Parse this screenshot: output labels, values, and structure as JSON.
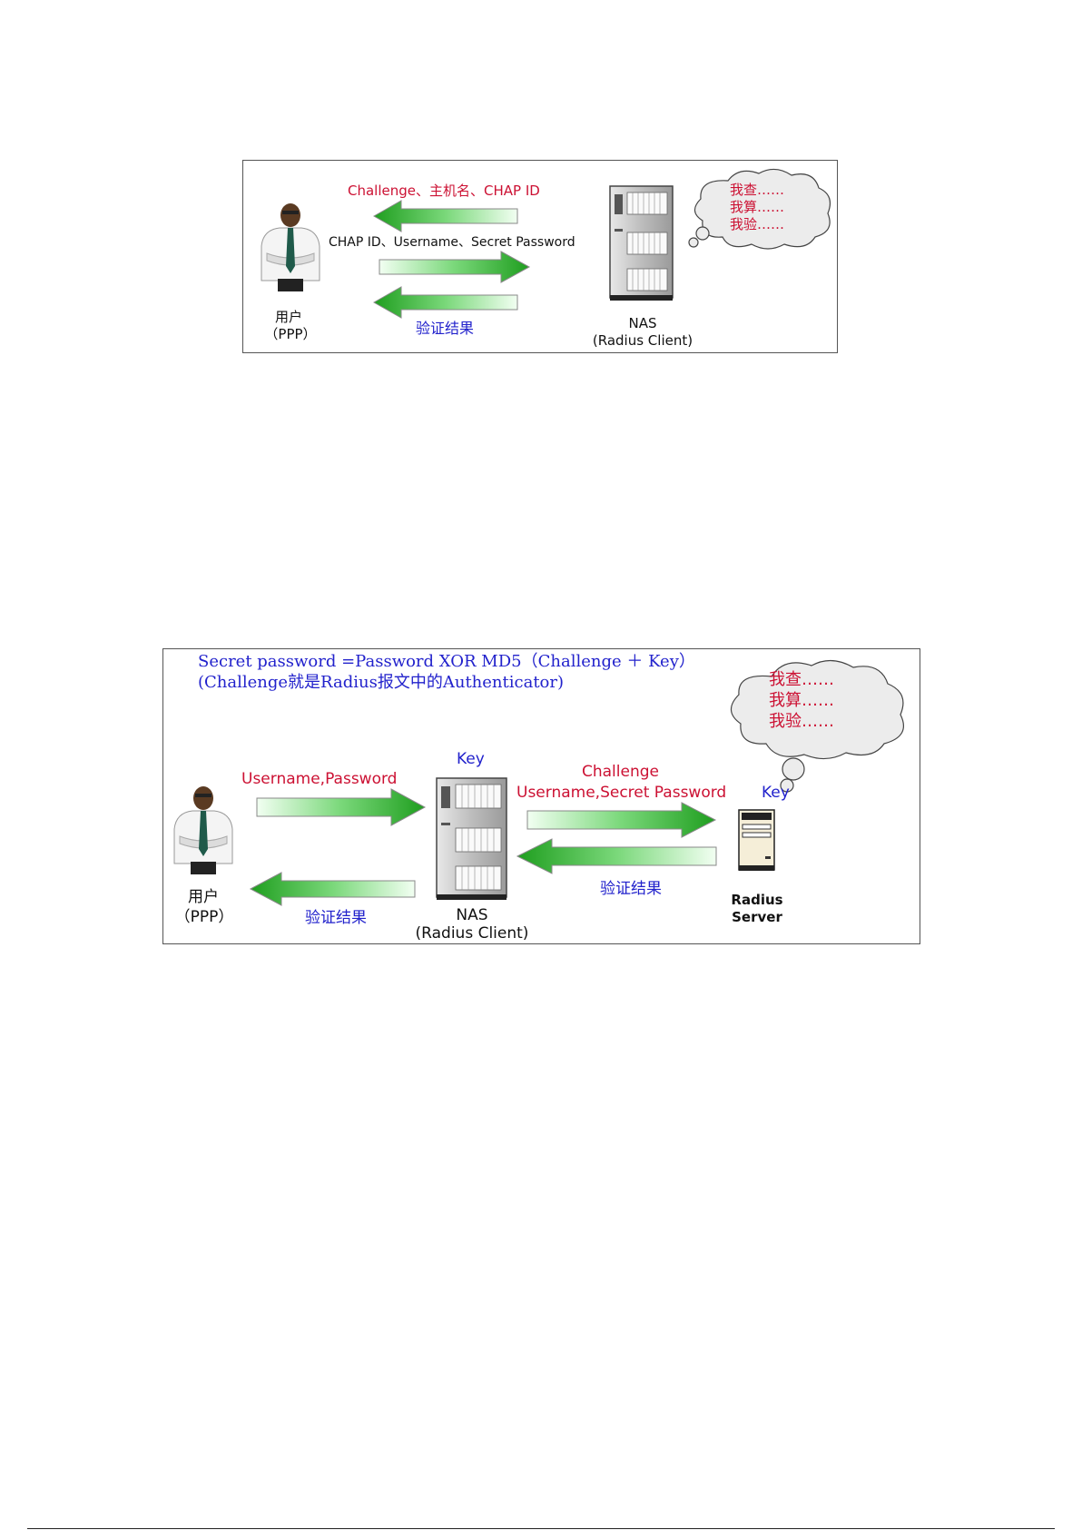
{
  "colors": {
    "red": "#cc1133",
    "blue": "#2222cc",
    "arrow_dark": "#1f9e1f",
    "arrow_light": "#d6f5d6"
  },
  "diagram1": {
    "challenge_label": "Challenge、主机名、CHAP ID",
    "response_label": "CHAP ID、Username、Secret Password",
    "result_label": "验证结果",
    "user_label": "用户",
    "user_sub": "（PPP）",
    "nas_label": "NAS",
    "nas_sub": "(Radius Client)",
    "thought": [
      "我查……",
      "我算……",
      "我验……"
    ]
  },
  "diagram2": {
    "formula": "Secret password =Password XOR MD5（Challenge ＋ Key）",
    "formula_note": "(Challenge就是Radius报文中的Authenticator)",
    "user_to_nas_label": "Username,Password",
    "nas_key_label": "Key",
    "nas_to_server_line1": "Challenge",
    "nas_to_server_line2": "Username,Secret Password",
    "server_key_label": "Key",
    "server_result_label": "验证结果",
    "user_result_label": "验证结果",
    "user_label": "用户",
    "user_sub": "（PPP）",
    "nas_label": "NAS",
    "nas_sub": "(Radius Client)",
    "server_label_1": "Radius",
    "server_label_2": "Server",
    "thought": [
      "我查……",
      "我算……",
      "我验……"
    ]
  }
}
